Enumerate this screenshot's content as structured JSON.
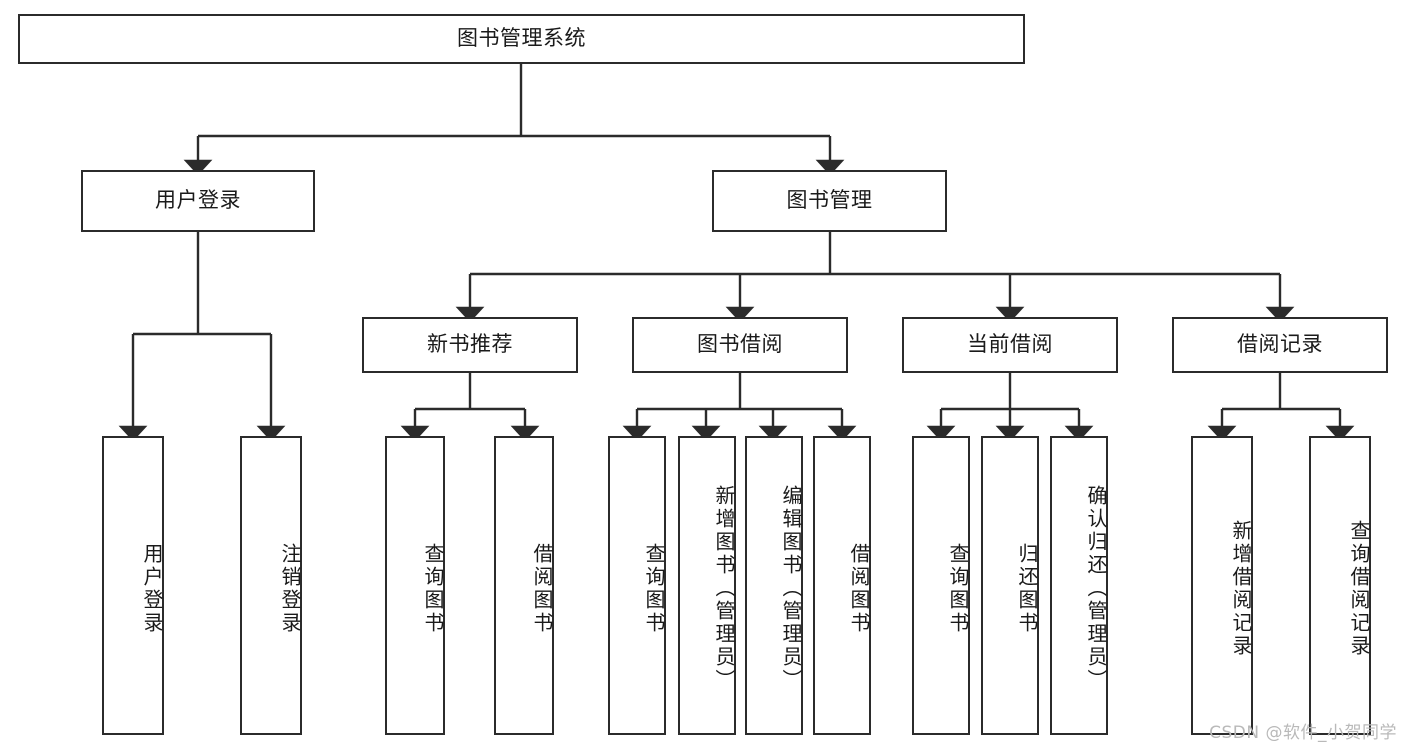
{
  "diagram": {
    "type": "tree",
    "title": "图书管理系统",
    "orientation": "top-down",
    "colors": {
      "box_border": "#2b2b2b",
      "box_fill": "#ffffff",
      "connector": "#2b2b2b",
      "text": "#1a1a1a",
      "watermark": "#b9b9b9"
    },
    "levels": [
      {
        "level": 1,
        "nodes": [
          {
            "id": "root",
            "label": "图书管理系统",
            "orientation": "horizontal"
          }
        ]
      },
      {
        "level": 2,
        "nodes": [
          {
            "id": "l2-0",
            "label": "用户登录",
            "orientation": "horizontal"
          },
          {
            "id": "l2-1",
            "label": "图书管理",
            "orientation": "horizontal"
          }
        ]
      },
      {
        "level": 3,
        "nodes": [
          {
            "id": "l3-0",
            "label": "新书推荐",
            "orientation": "horizontal"
          },
          {
            "id": "l3-1",
            "label": "图书借阅",
            "orientation": "horizontal"
          },
          {
            "id": "l3-2",
            "label": "当前借阅",
            "orientation": "horizontal"
          },
          {
            "id": "l3-3",
            "label": "借阅记录",
            "orientation": "horizontal"
          }
        ]
      },
      {
        "level": 4,
        "nodes": [
          {
            "id": "leaf-0",
            "label": "用户登录",
            "orientation": "vertical",
            "parent": "l2-0"
          },
          {
            "id": "leaf-1",
            "label": "注销登录",
            "orientation": "vertical",
            "parent": "l2-0"
          },
          {
            "id": "leaf-2",
            "label": "查询图书",
            "orientation": "vertical",
            "parent": "l3-0"
          },
          {
            "id": "leaf-3",
            "label": "借阅图书",
            "orientation": "vertical",
            "parent": "l3-0"
          },
          {
            "id": "leaf-4",
            "label": "查询图书",
            "orientation": "vertical",
            "parent": "l3-1"
          },
          {
            "id": "leaf-5",
            "label": "新增图书（管理员）",
            "orientation": "vertical",
            "parent": "l3-1"
          },
          {
            "id": "leaf-6",
            "label": "编辑图书（管理员）",
            "orientation": "vertical",
            "parent": "l3-1"
          },
          {
            "id": "leaf-7",
            "label": "借阅图书",
            "orientation": "vertical",
            "parent": "l3-1"
          },
          {
            "id": "leaf-8",
            "label": "查询图书",
            "orientation": "vertical",
            "parent": "l3-2"
          },
          {
            "id": "leaf-9",
            "label": "归还图书",
            "orientation": "vertical",
            "parent": "l3-2"
          },
          {
            "id": "leaf-10",
            "label": "确认归还（管理员）",
            "orientation": "vertical",
            "parent": "l3-2"
          },
          {
            "id": "leaf-11",
            "label": "新增借阅记录",
            "orientation": "vertical",
            "parent": "l3-3"
          },
          {
            "id": "leaf-12",
            "label": "查询借阅记录",
            "orientation": "vertical",
            "parent": "l3-3"
          }
        ]
      }
    ],
    "edges": [
      {
        "from": "root",
        "to": "l2-0"
      },
      {
        "from": "root",
        "to": "l2-1"
      },
      {
        "from": "l2-0",
        "to": "leaf-0"
      },
      {
        "from": "l2-0",
        "to": "leaf-1"
      },
      {
        "from": "l2-1",
        "to": "l3-0"
      },
      {
        "from": "l2-1",
        "to": "l3-1"
      },
      {
        "from": "l2-1",
        "to": "l3-2"
      },
      {
        "from": "l2-1",
        "to": "l3-3"
      },
      {
        "from": "l3-0",
        "to": "leaf-2"
      },
      {
        "from": "l3-0",
        "to": "leaf-3"
      },
      {
        "from": "l3-1",
        "to": "leaf-4"
      },
      {
        "from": "l3-1",
        "to": "leaf-5"
      },
      {
        "from": "l3-1",
        "to": "leaf-6"
      },
      {
        "from": "l3-1",
        "to": "leaf-7"
      },
      {
        "from": "l3-2",
        "to": "leaf-8"
      },
      {
        "from": "l3-2",
        "to": "leaf-9"
      },
      {
        "from": "l3-2",
        "to": "leaf-10"
      },
      {
        "from": "l3-3",
        "to": "leaf-11"
      },
      {
        "from": "l3-3",
        "to": "leaf-12"
      }
    ]
  },
  "watermark": {
    "text": "CSDN @软件_小贺同学"
  }
}
